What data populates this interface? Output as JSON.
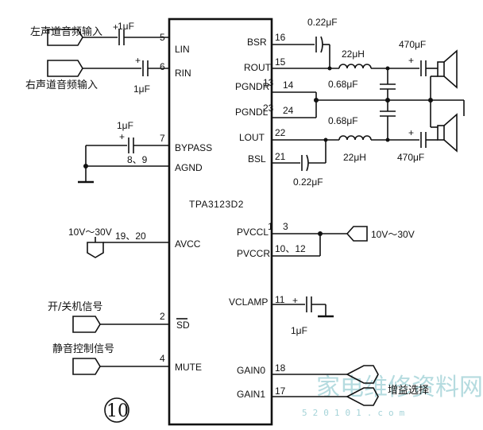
{
  "chip": {
    "name": "TPA3123D2"
  },
  "figure_number": "⑩",
  "left_pins": [
    {
      "pin": "5",
      "name": "LIN"
    },
    {
      "pin": "6",
      "name": "RIN"
    },
    {
      "pin": "7",
      "name": "BYPASS"
    },
    {
      "pin": "8、9",
      "name": "AGND"
    },
    {
      "pin": "19、20",
      "name": "AVCC"
    },
    {
      "pin": "2",
      "name": "SD"
    },
    {
      "pin": "4",
      "name": "MUTE"
    }
  ],
  "right_pins": [
    {
      "pin": "16",
      "name": "BSR"
    },
    {
      "pin": "15",
      "name": "ROUT"
    },
    {
      "pin": "13",
      "name": "PGNDR"
    },
    {
      "pin": "14",
      "name": ""
    },
    {
      "pin": "23",
      "name": "PGNDL"
    },
    {
      "pin": "24",
      "name": ""
    },
    {
      "pin": "22",
      "name": "LOUT"
    },
    {
      "pin": "21",
      "name": "BSL"
    },
    {
      "pin": "1",
      "name": "PVCCL"
    },
    {
      "pin": "3",
      "name": ""
    },
    {
      "pin": "10、12",
      "name": "PVCCR"
    },
    {
      "pin": "11",
      "name": "VCLAMP"
    },
    {
      "pin": "18",
      "name": "GAIN0"
    },
    {
      "pin": "17",
      "name": "GAIN1"
    }
  ],
  "signals": {
    "left_audio_in": "左声道音频输入",
    "right_audio_in": "右声道音频输入",
    "power_left": "10V～30V",
    "power_right": "10V～30V",
    "on_off": "开/关机信号",
    "mute": "静音控制信号",
    "gain_select": "增益选择"
  },
  "components": {
    "c_lin": "1μF",
    "c_rin": "1μF",
    "c_bypass": "1μF",
    "c_bsr": "0.22μF",
    "c_bsl": "0.22μF",
    "l_r": "22μH",
    "l_l": "22μH",
    "c_r_filter": "0.68μF",
    "c_l_filter": "0.68μF",
    "c_r_out": "470μF",
    "c_l_out": "470μF",
    "c_vclamp": "1μF"
  },
  "watermark": {
    "text": "家电维修资料网",
    "url": "520101.com"
  }
}
